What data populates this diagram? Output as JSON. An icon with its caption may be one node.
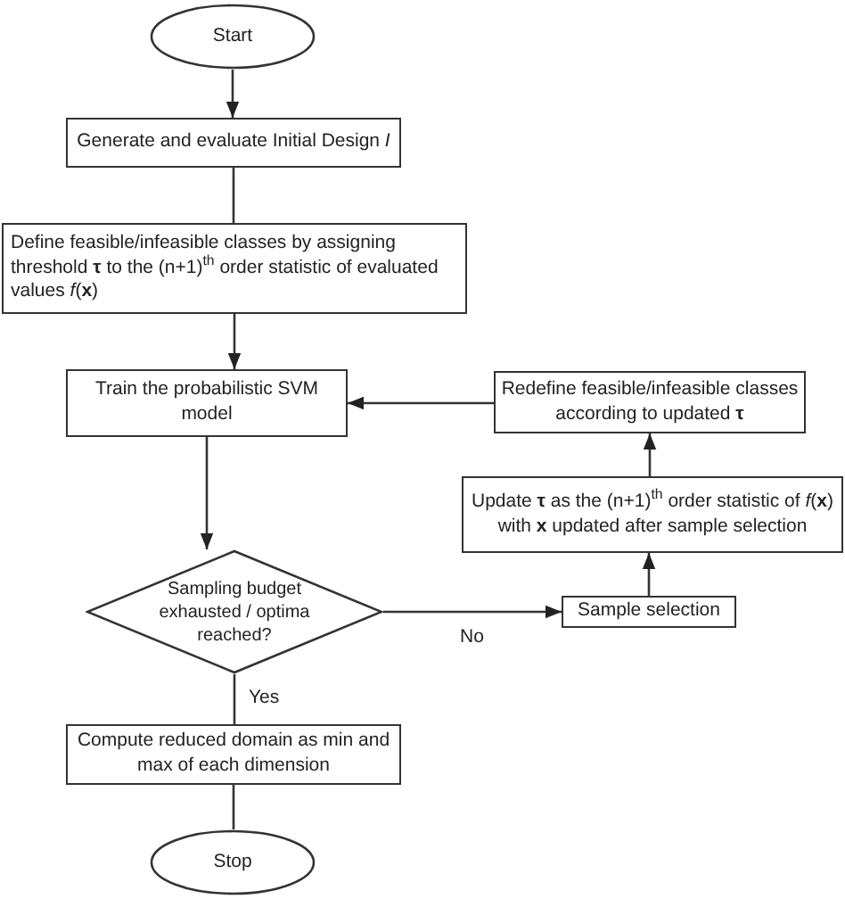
{
  "diagram": {
    "nodes": [
      {
        "text": [
          "Start"
        ]
      },
      {
        "text": [
          "Generate and evaluate Initial Design *I*"
        ]
      },
      {
        "text": [
          "Define feasible/infeasible classes by assigning threshold **τ** to the (n+1)$^{th}$ order statistic of evaluated values *f*(**x**)"
        ]
      },
      {
        "text": [
          "Train the probabilistic SVM model"
        ]
      },
      {
        "text": [
          "Redefine feasible/infeasible classes according to updated **τ**"
        ]
      },
      {
        "text": [
          "Update **τ** as the (n+1)$^{th}$ order statistic of *f*(**x**) with **x** updated after sample selection"
        ]
      },
      {
        "text": [
          "Sampling budget exhausted / optima reached?"
        ]
      },
      {
        "text": [
          "Sample selection"
        ]
      },
      {
        "text": [
          "Compute reduced domain as min and max of each dimension"
        ]
      },
      {
        "text": [
          "Stop"
        ]
      }
    ],
    "edges": [
      {
        "from": 0,
        "to": 1,
        "arrow": "to"
      },
      {
        "from": 1,
        "to": 2,
        "arrow": "none"
      },
      {
        "from": 2,
        "to": 3,
        "arrow": "to"
      },
      {
        "from": 3,
        "to": 6,
        "arrow": "to"
      },
      {
        "from": 6,
        "to": 7,
        "arrow": "to",
        "label": "No"
      },
      {
        "from": 7,
        "to": 5,
        "arrow": "to"
      },
      {
        "from": 5,
        "to": 4,
        "arrow": "to"
      },
      {
        "from": 4,
        "to": 3,
        "arrow": "to"
      },
      {
        "from": 6,
        "to": 8,
        "arrow": "none",
        "label": "Yes"
      },
      {
        "from": 8,
        "to": 9,
        "arrow": "none"
      }
    ]
  }
}
